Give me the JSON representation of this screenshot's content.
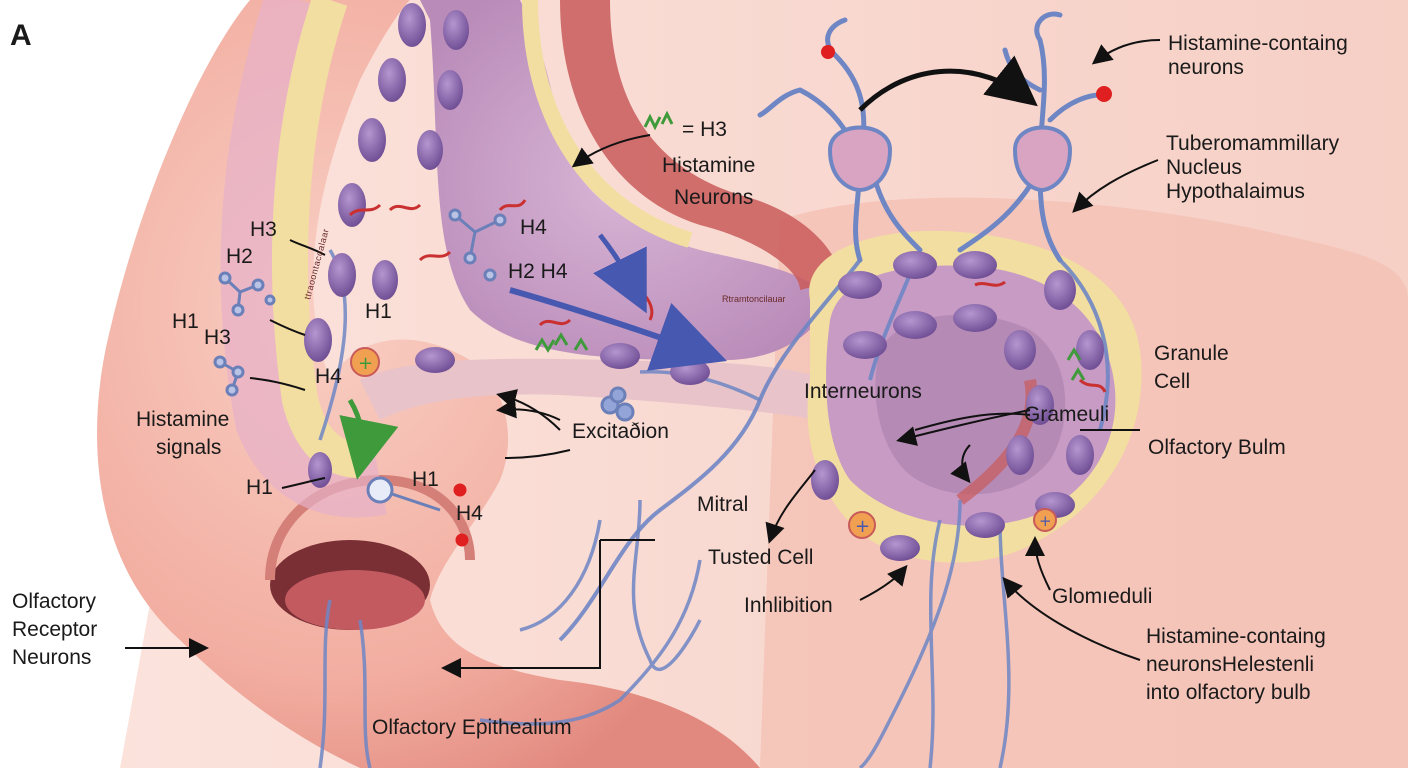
{
  "panel_label": "A",
  "labels": {
    "histamine_containing_neurons_top": "Histamine-containg neurons",
    "tuberomammillary": [
      "Tuberomammillary",
      "Nucleus",
      "Hypothalaimus"
    ],
    "legend_symbol": "= H3",
    "histamine_neurons": [
      "Histamine",
      "Neurons"
    ],
    "h4_a": "H4",
    "h2_h4": "H2 H4",
    "h3_left": "H3",
    "h2_left": "H2",
    "h1_left": "H1",
    "h3_left_b": "H3",
    "h1_mid": "H1",
    "h4_mid": "H4",
    "histamine_signals": [
      "Histamine",
      "signals"
    ],
    "h1_lower": "H1",
    "h1_lower_right": "H1",
    "h4_lower_right": "H4",
    "excitation": "Excitaðion",
    "interneurons": "Interneurons",
    "grameuli": "Grameuli",
    "granule_cell": [
      "Granule",
      "Cell"
    ],
    "olfactory_bulm": "Olfactory Bulm",
    "mitral": "Mitral",
    "tusted_cell": "Tusted Cell",
    "inhlibition": "Inhlibition",
    "glomeduli": "Glomıeduli",
    "histamine_bottom": [
      "Histamine-containg",
      "neuronsHelestenli",
      "into olfactory bulb"
    ],
    "olfactory_receptor": [
      "Olfactory",
      "Receptor",
      "Neurons"
    ],
    "olfactory_epithelium": "Olfactory Epithealium",
    "tiny_text_1": "Rtramtoncilauar",
    "tiny_text_2": "ttraoontacoalaar"
  },
  "colors": {
    "skin": "#f3b3a6",
    "skin_dark": "#e08c82",
    "tissue_purple": "#c79bc4",
    "neuron_blue": "#6f86c4",
    "fat_layer": "#f2dea0",
    "cell_purple": "#8a63a8",
    "muscle_red": "#c95a5a",
    "arrow_blue": "#4758b0",
    "arrow_green": "#3e9a3a"
  }
}
